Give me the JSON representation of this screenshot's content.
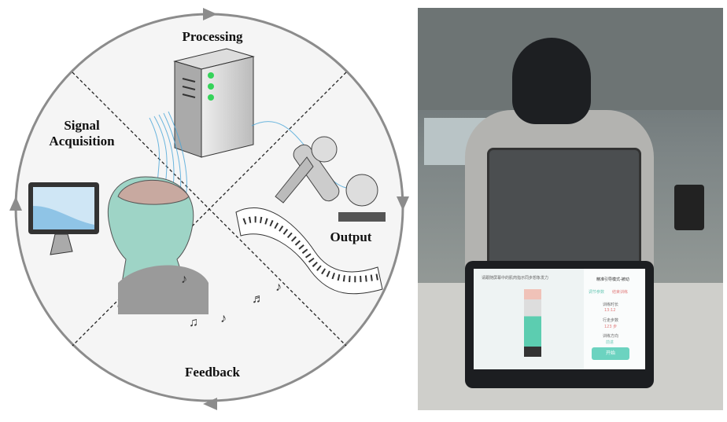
{
  "diagram": {
    "labels": {
      "processing": "Processing",
      "signal": "Signal\nAcquisition",
      "output": "Output",
      "feedback": "Feedback"
    },
    "colors": {
      "circle": "#8c8c8c",
      "fill": "#f4f4f4",
      "wires": "#4aa6d8",
      "leds": "#35d35a"
    }
  },
  "tablet": {
    "instruction": "请跟随屏幕中的肌肉指示同步想象发力",
    "mode": "精准引导模式-被动",
    "tab_adjust": "调节参数",
    "tab_end": "结束训练",
    "duration_label": "训练时长",
    "duration_value": "13:12",
    "steps_label": "行走步数",
    "steps_value": "123 步",
    "direction_label": "训练方向",
    "direction_value": "前进",
    "start_button": "开始"
  }
}
